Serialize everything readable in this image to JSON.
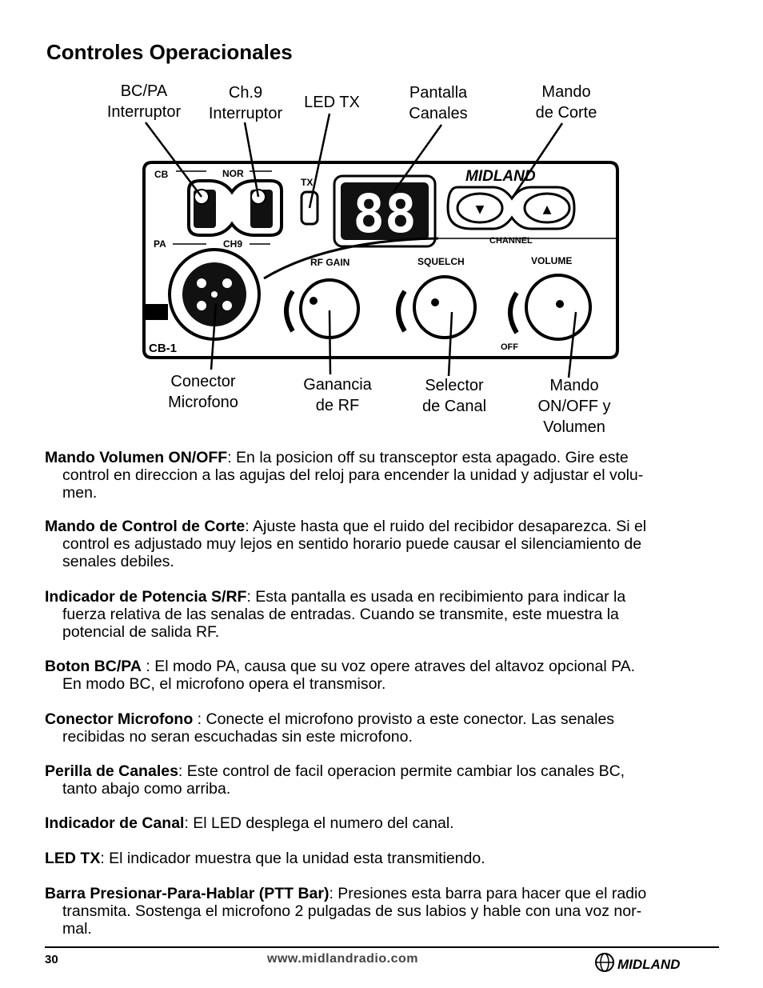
{
  "page": {
    "title": "Controles Operacionales",
    "page_number": "30",
    "footer_url": "www.midlandradio.com"
  },
  "callouts": {
    "bcpa": [
      "BC/PA",
      "Interruptor"
    ],
    "ch9": [
      "Ch.9",
      "Interruptor"
    ],
    "ledtx": [
      "LED TX"
    ],
    "pantalla": [
      "Pantalla",
      "Canales"
    ],
    "mando_corte": [
      "Mando",
      "de Corte"
    ],
    "conector": [
      "Conector",
      "Microfono"
    ],
    "ganancia": [
      "Ganancia",
      "de RF"
    ],
    "selector": [
      "Selector",
      "de Canal"
    ],
    "volumen": [
      "Mando",
      "ON/OFF y",
      "Volumen"
    ]
  },
  "panel_labels": {
    "cb": "CB",
    "nor": "NOR",
    "pa": "PA",
    "ch9": "CH9",
    "tx": "TX",
    "display": "88",
    "brand": "MIDLAND",
    "channel": "CHANNEL",
    "rf_gain": "RF GAIN",
    "squelch": "SQUELCH",
    "volume": "VOLUME",
    "off": "OFF",
    "model": "CB-1",
    "down_arrow": "▼",
    "up_arrow": "▲"
  },
  "descriptions": [
    {
      "term": "Mando Volumen ON/OFF",
      "lines": [
        ": En la posicion off su transceptor esta apagado. Gire este",
        "control en direccion a las agujas del reloj para encender la unidad y adjustar el volu-",
        "men."
      ]
    },
    {
      "term": "Mando de Control de Corte",
      "lines": [
        ": Ajuste hasta que el ruido del recibidor desaparezca. Si el",
        "control es adjustado muy lejos en sentido horario puede causar el silenciamiento de",
        "senales debiles."
      ]
    },
    {
      "term": "Indicador de Potencia S/RF",
      "lines": [
        ": Esta pantalla es usada en recibimiento para indicar la",
        "fuerza relativa de las senalas de entradas. Cuando se transmite, este muestra la",
        "potencial de salida RF."
      ]
    },
    {
      "term": "Boton BC/PA",
      "lines": [
        " : El modo PA, causa que su voz opere atraves del altavoz opcional PA.",
        "En modo BC, el microfono opera el transmisor."
      ]
    },
    {
      "term": "Conector Microfono",
      "lines": [
        " : Conecte el microfono provisto a este conector. Las senales",
        "recibidas no seran escuchadas sin este microfono."
      ]
    },
    {
      "term": "Perilla de Canales",
      "lines": [
        ": Este control de facil operacion permite cambiar los canales BC,",
        "tanto abajo como arriba."
      ]
    },
    {
      "term": "Indicador de Canal",
      "lines": [
        ": El LED desplega el numero del canal."
      ]
    },
    {
      "term": "LED TX",
      "lines": [
        ": El indicador muestra que la unidad esta transmitiendo."
      ]
    },
    {
      "term": "Barra Presionar-Para-Hablar (PTT Bar)",
      "lines": [
        ": Presiones esta barra para hacer que el radio",
        "transmita. Sostenga el microfono 2 pulgadas de sus labios y hable con una voz nor-",
        "mal."
      ]
    }
  ]
}
